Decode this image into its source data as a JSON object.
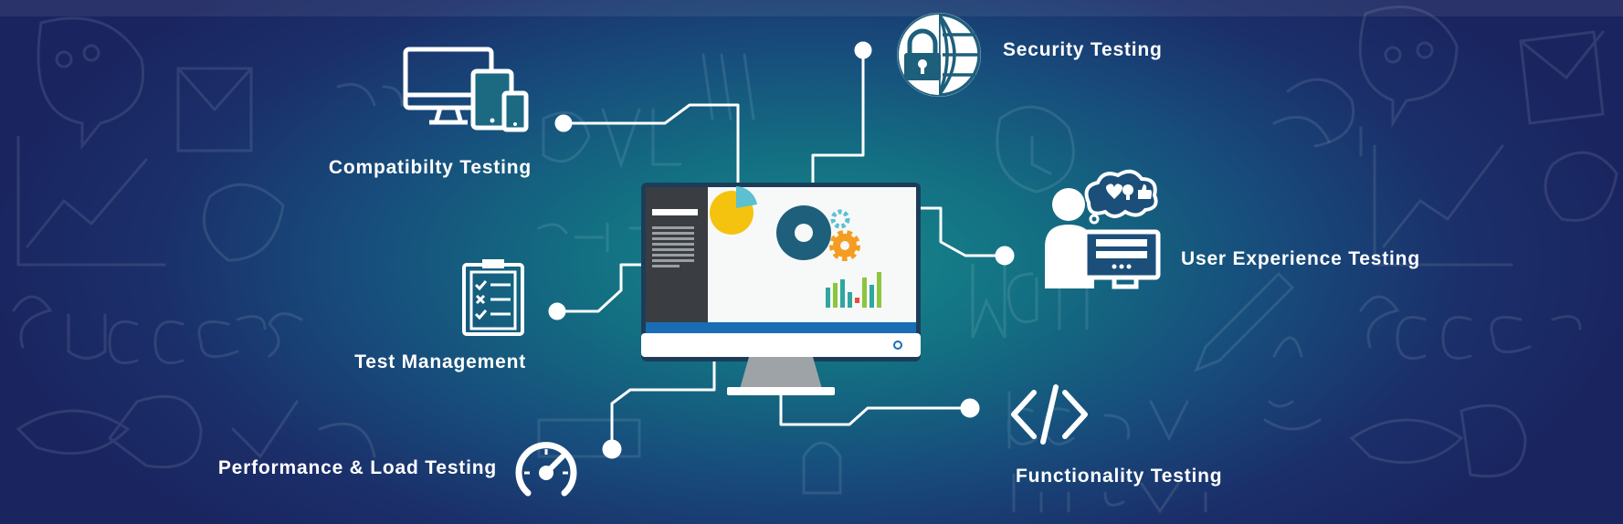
{
  "colors": {
    "background_dark": "#1a2560",
    "background_center": "#178a8c",
    "lines": "#ffffff",
    "gear_main": "#1e5f7c",
    "gear_accent": "#f59c21",
    "pie_yellow": "#f4c30f",
    "pie_teal": "#5bc0d0",
    "bar_teal": "#2fa6a0",
    "bar_green": "#8cc63e",
    "bar_red": "#e74c3c",
    "screen_bar": "#1a6db5"
  },
  "icons": {
    "security": "globe-lock-icon",
    "compatibility": "devices-icon",
    "user_experience": "user-at-computer-icon",
    "test_management": "clipboard-checklist-icon",
    "performance": "speedometer-icon",
    "functionality": "code-brackets-icon",
    "center": "monitor-dashboard-icon"
  },
  "labels": {
    "security": "Security Testing",
    "compatibility": "Compatibilty Testing",
    "user_experience": "User Experience Testing",
    "test_management": "Test Management",
    "performance": "Performance & Load Testing",
    "functionality": "Functionality Testing"
  }
}
